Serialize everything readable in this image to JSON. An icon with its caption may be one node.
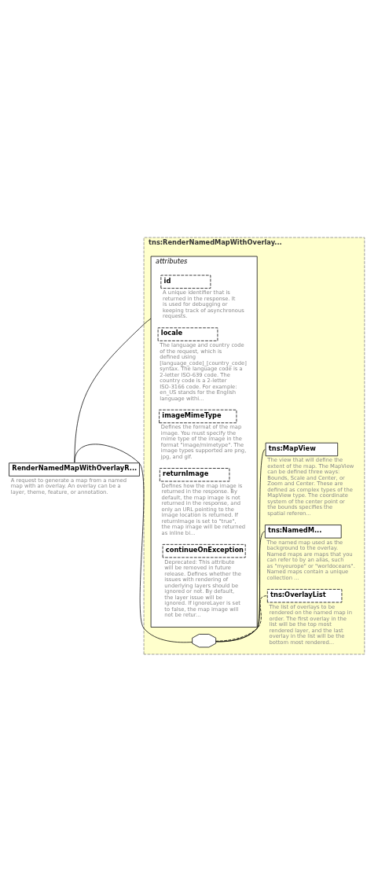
{
  "diagram": {
    "nodes": [
      {
        "text": [
          "RenderNamedMapWithOverlayR..."
        ],
        "beside": [
          "A request to generate a map from a named map with an overlay. An overlay can be a layer, theme, feature, or annotation."
        ]
      },
      {
        "text": [
          "tns:RenderNamedMapWithOverlay..."
        ]
      },
      {
        "text": [
          "attributes"
        ],
        "in": 1
      },
      {
        "text": [
          "id"
        ],
        "in": 2,
        "beside": [
          "A unique identifier that is returned in the response. It is used for debugging or keeping track of asynchronous requests."
        ]
      },
      {
        "text": [
          "locale"
        ],
        "in": 2,
        "beside": [
          "The language and country code of the request, which is defined using [language_code]_[country_code] syntax. The language code is a 2-letter ISO-639 code. The country code is a 2-letter ISO-3166 code. For example: en_US stands for the English language withi..."
        ]
      },
      {
        "text": [
          "imageMimeType"
        ],
        "in": 2,
        "beside": [
          "Defines the format of the map image. You must specify the mime type of the image in the format \"image/mimetype\". The image types supported are png, jpg, and gif."
        ]
      },
      {
        "text": [
          "returnImage"
        ],
        "in": 2,
        "beside": [
          "Defines how the map image is returned in the response. By default, the map image is not returned in the response, and only an URL pointing to the image location is returned. If returnImage is set to \"true\", the map image will be returned as inline bi..."
        ]
      },
      {
        "text": [
          "continueOnException"
        ],
        "in": 2,
        "beside": [
          "Deprecated: This attribute will be removed in future release. Defines whether the issues with rendering of underlying layers should be ignored or not. By default, the layer issue will be ignored. If ignoreLayer is set to false, the map image will not be retur..."
        ]
      },
      {
        "text": [],
        "shape": "octagon",
        "in": 1
      },
      {
        "text": [
          "tns:MapView"
        ],
        "in": 1,
        "beside": [
          "The view that will define the extent of the map. The MapView can be defined three ways: Bounds, Scale and Center, or Zoom and Center. These are defined as complex types of the MapView type. The coordinate system of the center point or the bounds specifies the spatial referen..."
        ]
      },
      {
        "text": [
          "tns:NamedM..."
        ],
        "in": 1,
        "beside": [
          "The named map used as the background to the overlay. Named maps are maps that you can refer to by an alias, such as \"myeurope\" or \"worldoceans\". Named maps contain a unique collection ..."
        ]
      },
      {
        "text": [
          "tns:OverlayList"
        ],
        "in": 1,
        "beside": [
          "The list of overlays to be rendered on the named map in order. The first overlay in the list will be the top most rendered layer, and the last overlay in the list will be the bottom most rendered..."
        ]
      }
    ],
    "edges": [
      {
        "from": 0,
        "to": 2,
        "arrow": "none"
      },
      {
        "from": 0,
        "to": 8,
        "arrow": "none"
      },
      {
        "from": 8,
        "to": 9,
        "arrow": "none"
      },
      {
        "from": 8,
        "to": 10,
        "arrow": "none"
      },
      {
        "from": 8,
        "to": 11,
        "arrow": "none",
        "style": "dashed"
      }
    ]
  }
}
